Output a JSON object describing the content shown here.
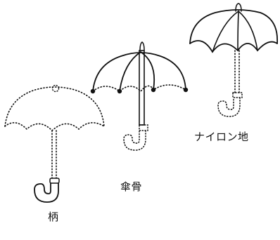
{
  "labels": {
    "handle": "柄",
    "ribs": "傘骨",
    "nylon": "ナイロン地"
  },
  "colors": {
    "ink": "#111111",
    "background": "#ffffff"
  }
}
